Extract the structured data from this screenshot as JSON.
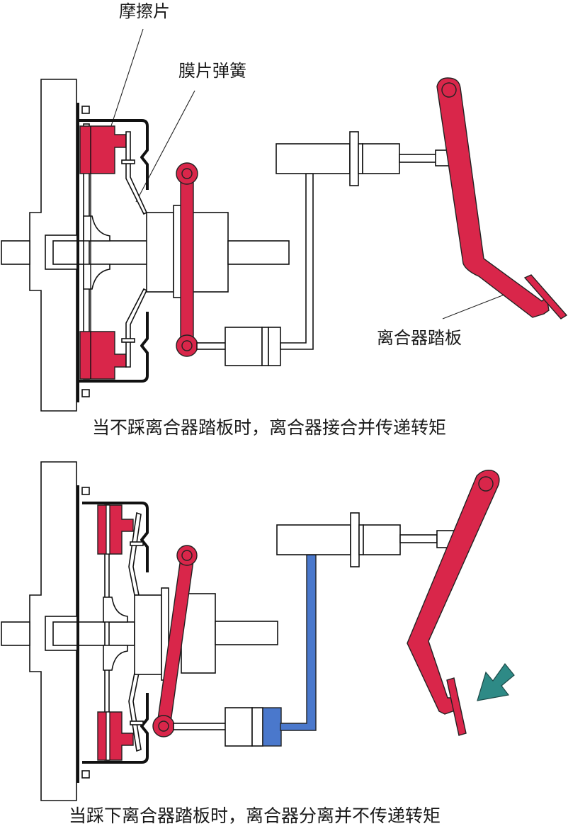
{
  "colors": {
    "red": "#d9264a",
    "blue": "#4a78cc",
    "teal_arrow": "#2e8a86",
    "line": "#111111"
  },
  "labels": {
    "friction_disc": "摩擦片",
    "diaphragm_spring": "膜片弹簧",
    "clutch_pedal": "离合器踏板"
  },
  "panels": [
    {
      "state": "engaged",
      "caption": "当不踩离合器踏板时，离合器接合并传递转矩"
    },
    {
      "state": "disengaged",
      "caption": "当踩下离合器踏板时，离合器分离并不传递转矩"
    }
  ]
}
